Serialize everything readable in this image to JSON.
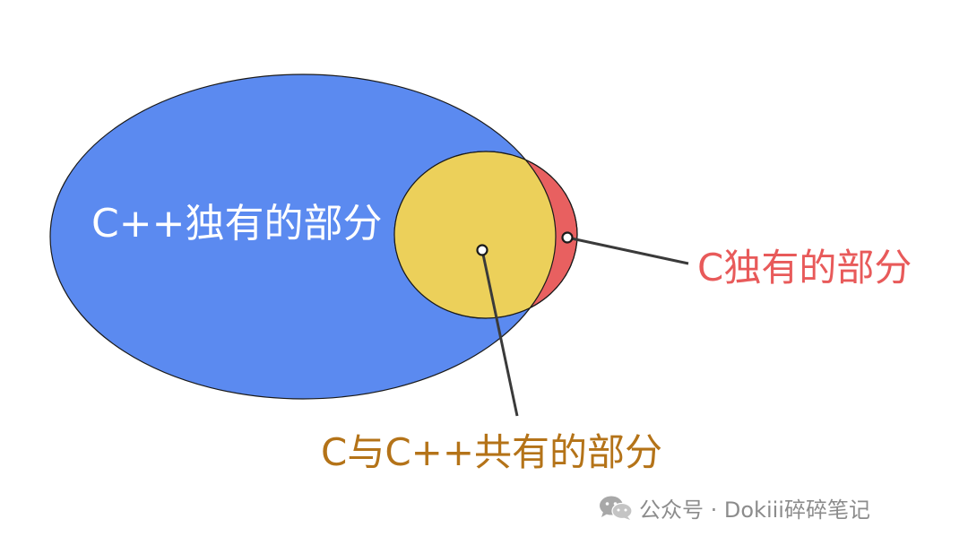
{
  "diagram": {
    "labels": {
      "cpp_only": "C++独有的部分",
      "c_only": "C独有的部分",
      "shared": "C与C++共有的部分"
    },
    "colors": {
      "cpp_region": "#5b8af0",
      "c_region": "#e86060",
      "shared_region": "#ecd05a",
      "outline": "#1a1a1a",
      "leader_line": "#3a3a3a",
      "label_c": "#e85a5a",
      "label_shared": "#b47318",
      "label_cpp": "#ffffff"
    }
  },
  "watermark": {
    "icon": "wechat-icon",
    "text": "公众号 · Dokiii碎碎笔记"
  }
}
